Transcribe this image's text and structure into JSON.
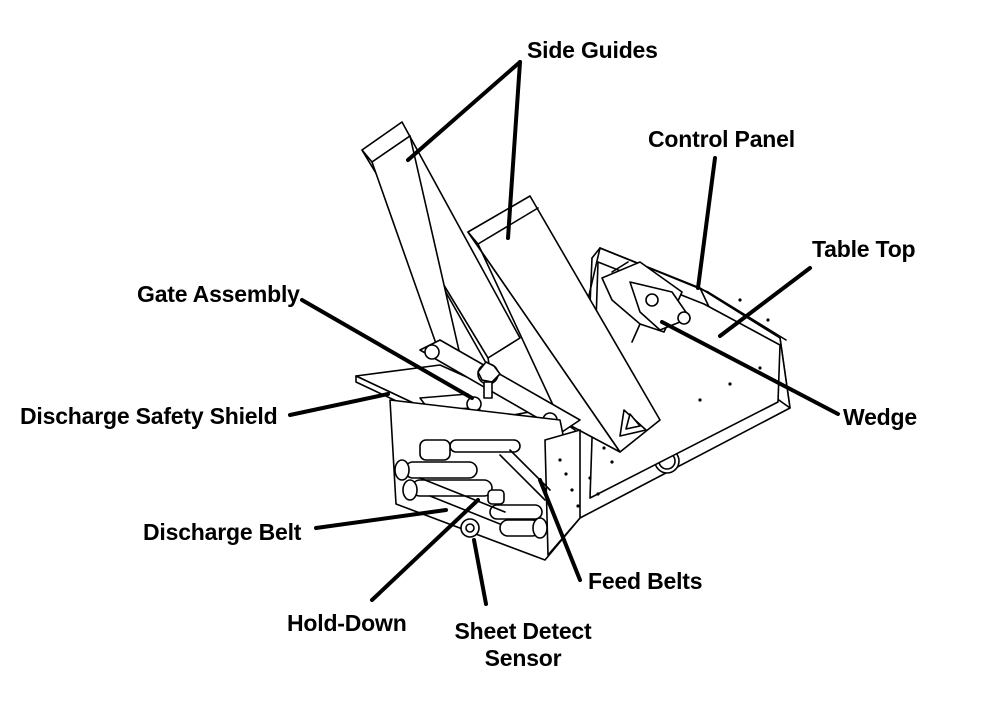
{
  "labels": {
    "side_guides": "Side Guides",
    "control_panel": "Control Panel",
    "table_top": "Table Top",
    "gate_assembly": "Gate Assembly",
    "discharge_safety_shield": "Discharge Safety Shield",
    "wedge": "Wedge",
    "discharge_belt": "Discharge Belt",
    "feed_belts": "Feed Belts",
    "hold_down": "Hold-Down",
    "sheet_detect_sensor_line1": "Sheet Detect",
    "sheet_detect_sensor_line2": "Sensor"
  },
  "colors": {
    "ink": "#000000",
    "paper": "#ffffff"
  }
}
